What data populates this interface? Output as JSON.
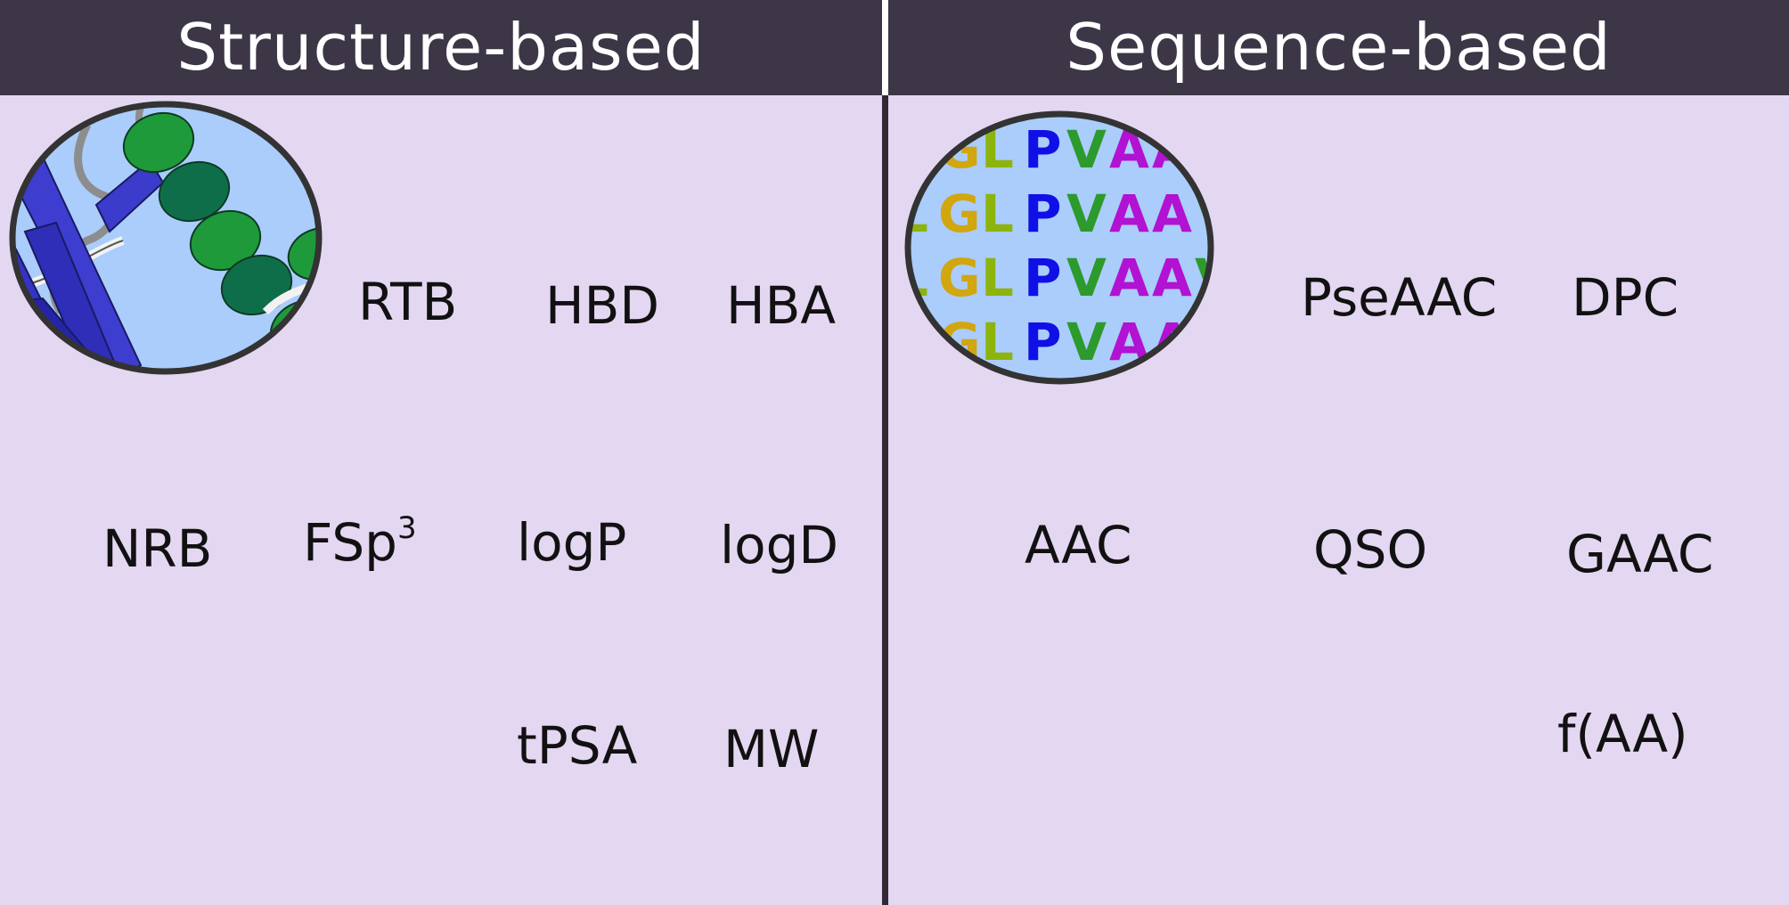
{
  "header": {
    "left_title": "Structure-based",
    "right_title": "Sequence-based"
  },
  "structure": {
    "illustration": "protein-ribbon-icon",
    "terms": {
      "rtb": "RTB",
      "hbd": "HBD",
      "hba": "HBA",
      "nrb": "NRB",
      "fsp3_base": "FSp",
      "fsp3_sup": "3",
      "logp": "logP",
      "logd": "logD",
      "tpsa": "tPSA",
      "mw": "MW"
    }
  },
  "sequence": {
    "illustration": "sequence-logo-icon",
    "rows": [
      "LGLPVAAV",
      "LGLPVAAV",
      "LGLPVAAV",
      "LGLPVAAV"
    ],
    "terms": {
      "pseaac": "PseAAC",
      "dpc": "DPC",
      "aac": "AAC",
      "qso": "QSO",
      "gaac": "GAAC",
      "faa": "f(AA)"
    }
  },
  "colors": {
    "header_bg": "#3d3646",
    "panel_bg": "#e4d7f2",
    "circle_fill": "#aacdfb",
    "G": "#d2a60e",
    "L": "#8cb40c",
    "P": "#1010e6",
    "V": "#2c9a2c",
    "A": "#b212d2"
  }
}
